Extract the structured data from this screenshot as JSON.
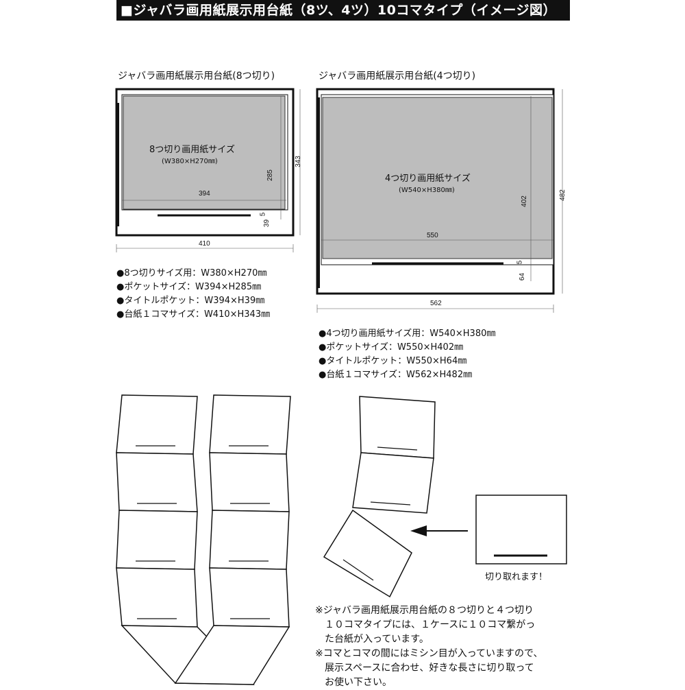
{
  "header": {
    "title": "■ジャバラ画用紙展示用台紙（8ツ、4ツ）10コマタイプ（イメージ図）"
  },
  "board8": {
    "title": "ジャバラ画用紙展示用台紙(8つ切り)",
    "paper_label": "8つ切り画用紙サイズ",
    "paper_size": "(W380×H270㎜)",
    "dims": {
      "width_pocket": "394",
      "height_pocket": "285",
      "height_total": "343",
      "gap": "5",
      "title_h": "39",
      "width_total": "410"
    },
    "specs": [
      "●8つ切りサイズ用：W380×H270㎜",
      "●ポケットサイズ：W394×H285㎜",
      "●タイトルポケット：W394×H39㎜",
      "●台紙１コマサイズ：W410×H343㎜"
    ]
  },
  "board4": {
    "title": "ジャバラ画用紙展示用台紙(4つ切り)",
    "paper_label": "4つ切り画用紙サイズ",
    "paper_size": "(W540×H380㎜)",
    "dims": {
      "width_pocket": "550",
      "height_pocket": "402",
      "height_total": "482",
      "gap": "5",
      "title_h": "64",
      "width_total": "562"
    },
    "specs": [
      "●4つ切り画用紙サイズ用：W540×H380㎜",
      "●ポケットサイズ：W550×H402㎜",
      "●タイトルポケット：W550×H64㎜",
      "●台紙１コマサイズ：W562×H482㎜"
    ]
  },
  "cut_label": "切り取れます！",
  "notes": [
    "※ジャバラ画用紙展示用台紙の８つ切りと４つ切り",
    "　１０コマタイプには、１ケースに１０コマ繋がっ",
    "　た台紙が入っています。",
    "※コマとコマの間にはミシン目が入っていますので、",
    "　展示スペースに合わせ、好きな長さに切り取って",
    "　お使い下さい。"
  ]
}
